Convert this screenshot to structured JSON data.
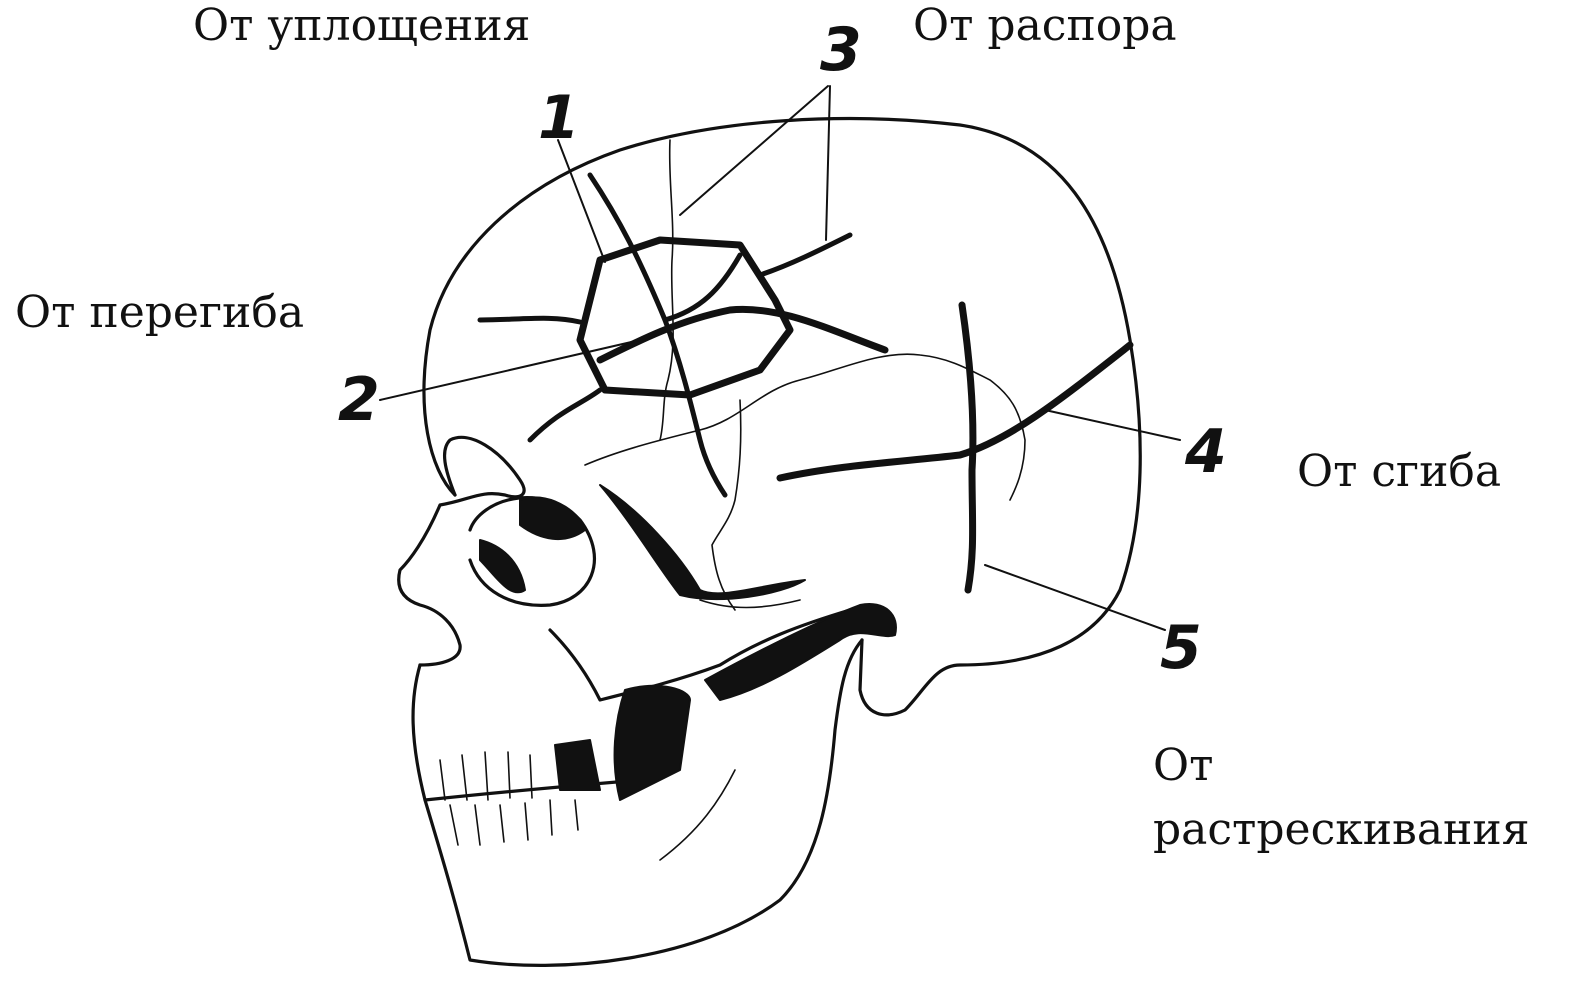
{
  "labels": {
    "compression": "От уплощения",
    "bursting": "От распора",
    "bending": "От перегиба",
    "flexion": "От сгиба",
    "cracking_line1": "От",
    "cracking_line2": "растрескивания"
  },
  "markers": {
    "m1": "1",
    "m2": "2",
    "m3": "3",
    "m4": "4",
    "m5": "5"
  }
}
